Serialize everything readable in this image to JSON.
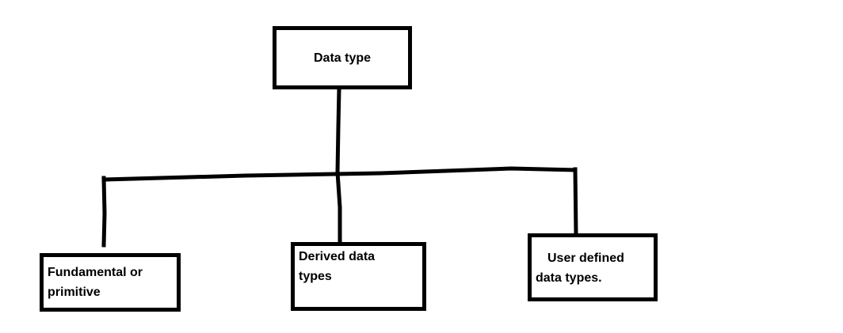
{
  "diagram": {
    "type": "tree",
    "colors": {
      "background": "#ffffff",
      "stroke": "#000000",
      "text": "#000000"
    },
    "root": {
      "id": "data-type",
      "lines": [
        "Data type"
      ]
    },
    "children": [
      {
        "id": "fundamental-or-primitive",
        "lines": [
          "Fundamental or",
          "primitive"
        ]
      },
      {
        "id": "derived-data-types",
        "lines": [
          "Derived data",
          "types"
        ]
      },
      {
        "id": "user-defined-data-types",
        "lines": [
          "User defined",
          "data types."
        ]
      }
    ]
  }
}
